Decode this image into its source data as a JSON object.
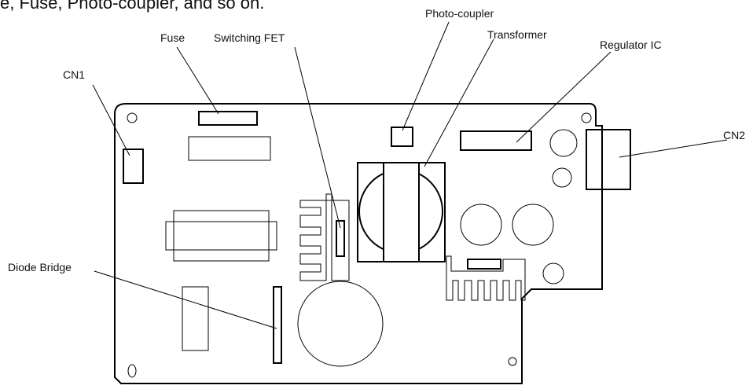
{
  "caption": "e, Fuse, Photo-coupler, and so on.",
  "labels": {
    "fuse": "Fuse",
    "switching_fet": "Switching FET",
    "photo_coupler": "Photo-coupler",
    "transformer": "Transformer",
    "regulator_ic": "Regulator IC",
    "cn1": "CN1",
    "cn2": "CN2",
    "diode_bridge": "Diode Bridge"
  }
}
